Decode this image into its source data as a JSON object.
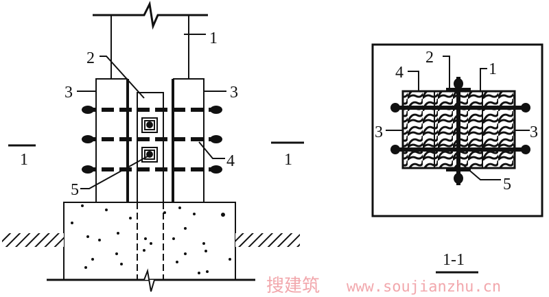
{
  "elevation": {
    "labels": {
      "column": "1",
      "post": "2",
      "plank_left": "3",
      "plank_right": "3",
      "bolt": "4",
      "block": "5"
    },
    "section_mark_left": "1",
    "section_mark_right": "1"
  },
  "section": {
    "labels": {
      "bolt": "4",
      "post": "2",
      "column": "1",
      "plank_left": "3",
      "plank_right": "3",
      "block": "5"
    },
    "title": "1-1"
  },
  "watermark": {
    "cn": "搜建筑",
    "url": "www.soujianzhu.cn"
  }
}
